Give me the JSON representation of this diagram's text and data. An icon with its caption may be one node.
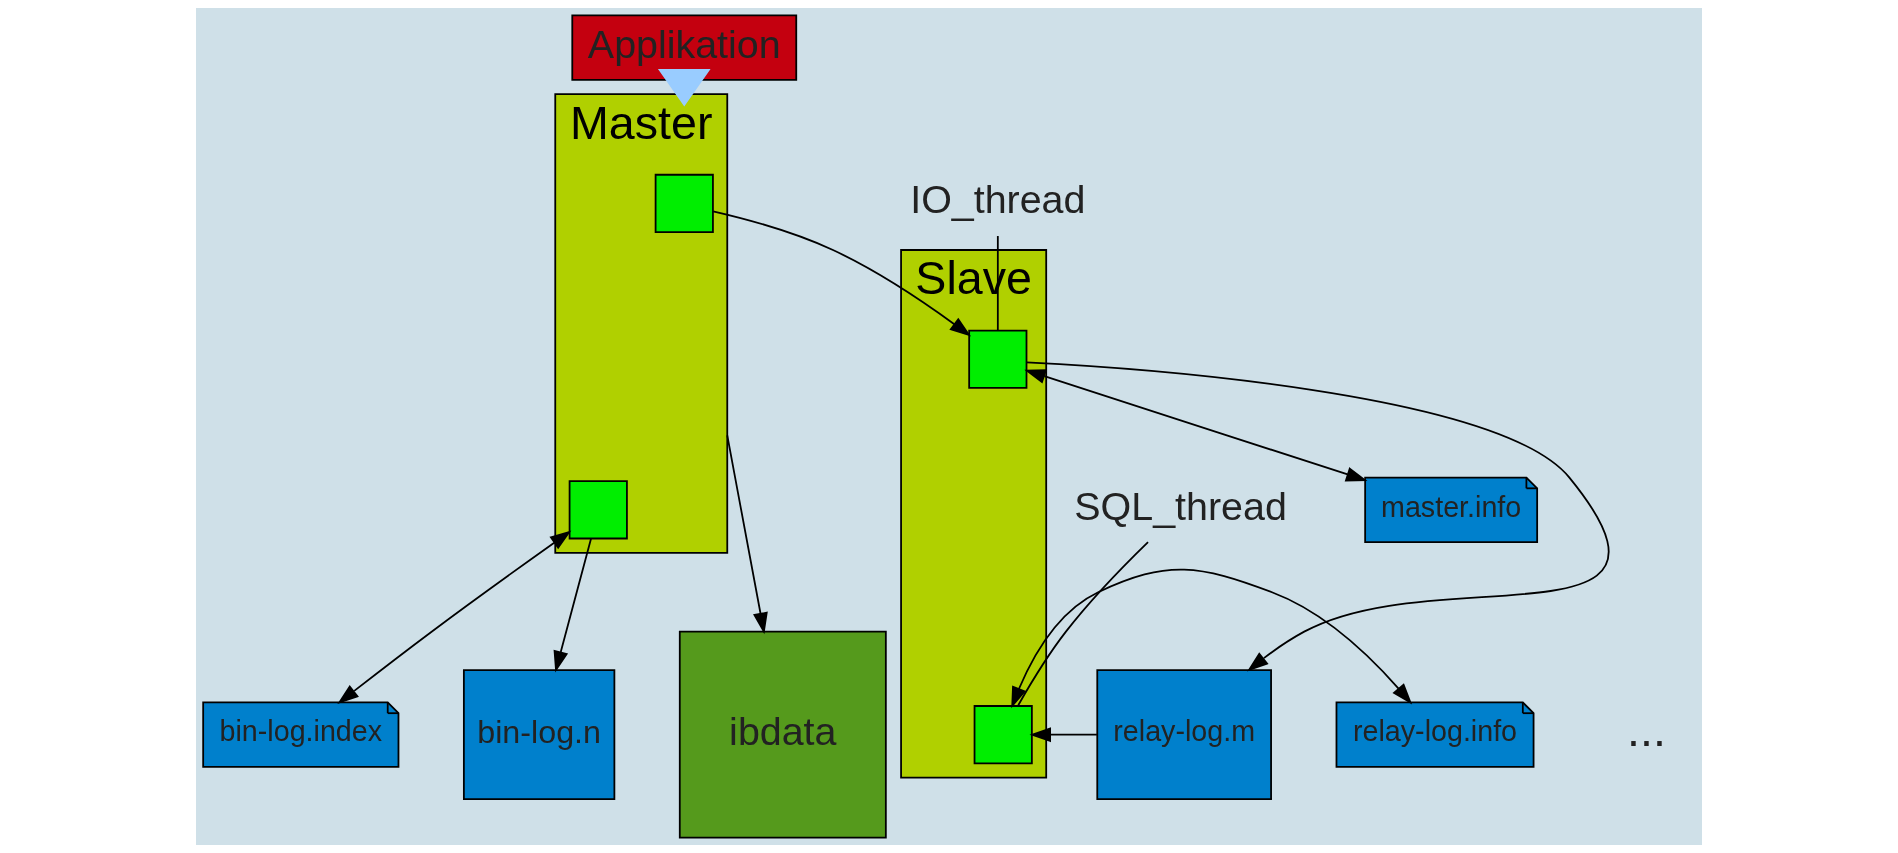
{
  "diagram": {
    "nodes": [
      {
        "text": [
          "Applikation"
        ]
      },
      {
        "text": [
          "IO_thread"
        ]
      },
      {
        "text": [
          "master.info"
        ]
      },
      {
        "text": [
          "Master"
        ]
      },
      {
        "text": [],
        "shape": "box",
        "in": 3
      },
      {
        "text": [],
        "shape": "box",
        "in": 3
      },
      {
        "text": [
          "Slave"
        ]
      },
      {
        "text": [],
        "shape": "box",
        "in": 6
      },
      {
        "text": [],
        "shape": "box",
        "in": 6
      },
      {
        "text": [
          "SQL_thread"
        ]
      },
      {
        "text": [
          "ibdata"
        ]
      },
      {
        "text": [
          "bin-log.n"
        ]
      },
      {
        "text": [
          "bin-log.index"
        ]
      },
      {
        "text": [
          "relay-log.info"
        ]
      },
      {
        "text": [
          "relay-log.m"
        ]
      }
    ],
    "edges": [
      {
        "from": 0,
        "to": 3,
        "arrow": "to",
        "style": "thick",
        "color": "#99ccff"
      },
      {
        "from": 4,
        "to": 7,
        "arrow": "to"
      },
      {
        "from": 3,
        "to": 10,
        "arrow": "to"
      },
      {
        "from": 5,
        "to": 11,
        "arrow": "to"
      },
      {
        "from": 5,
        "to": 12,
        "arrow": "both"
      },
      {
        "from": 7,
        "to": 2,
        "arrow": "both"
      },
      {
        "from": 7,
        "to": 14,
        "arrow": "to"
      },
      {
        "from": 14,
        "to": 8,
        "arrow": "to"
      },
      {
        "from": 8,
        "to": 13,
        "arrow": "both"
      },
      {
        "from": 1,
        "to": 7,
        "arrow": "none"
      },
      {
        "from": 9,
        "to": 8,
        "arrow": "none"
      }
    ],
    "labels": [
      "..."
    ]
  }
}
